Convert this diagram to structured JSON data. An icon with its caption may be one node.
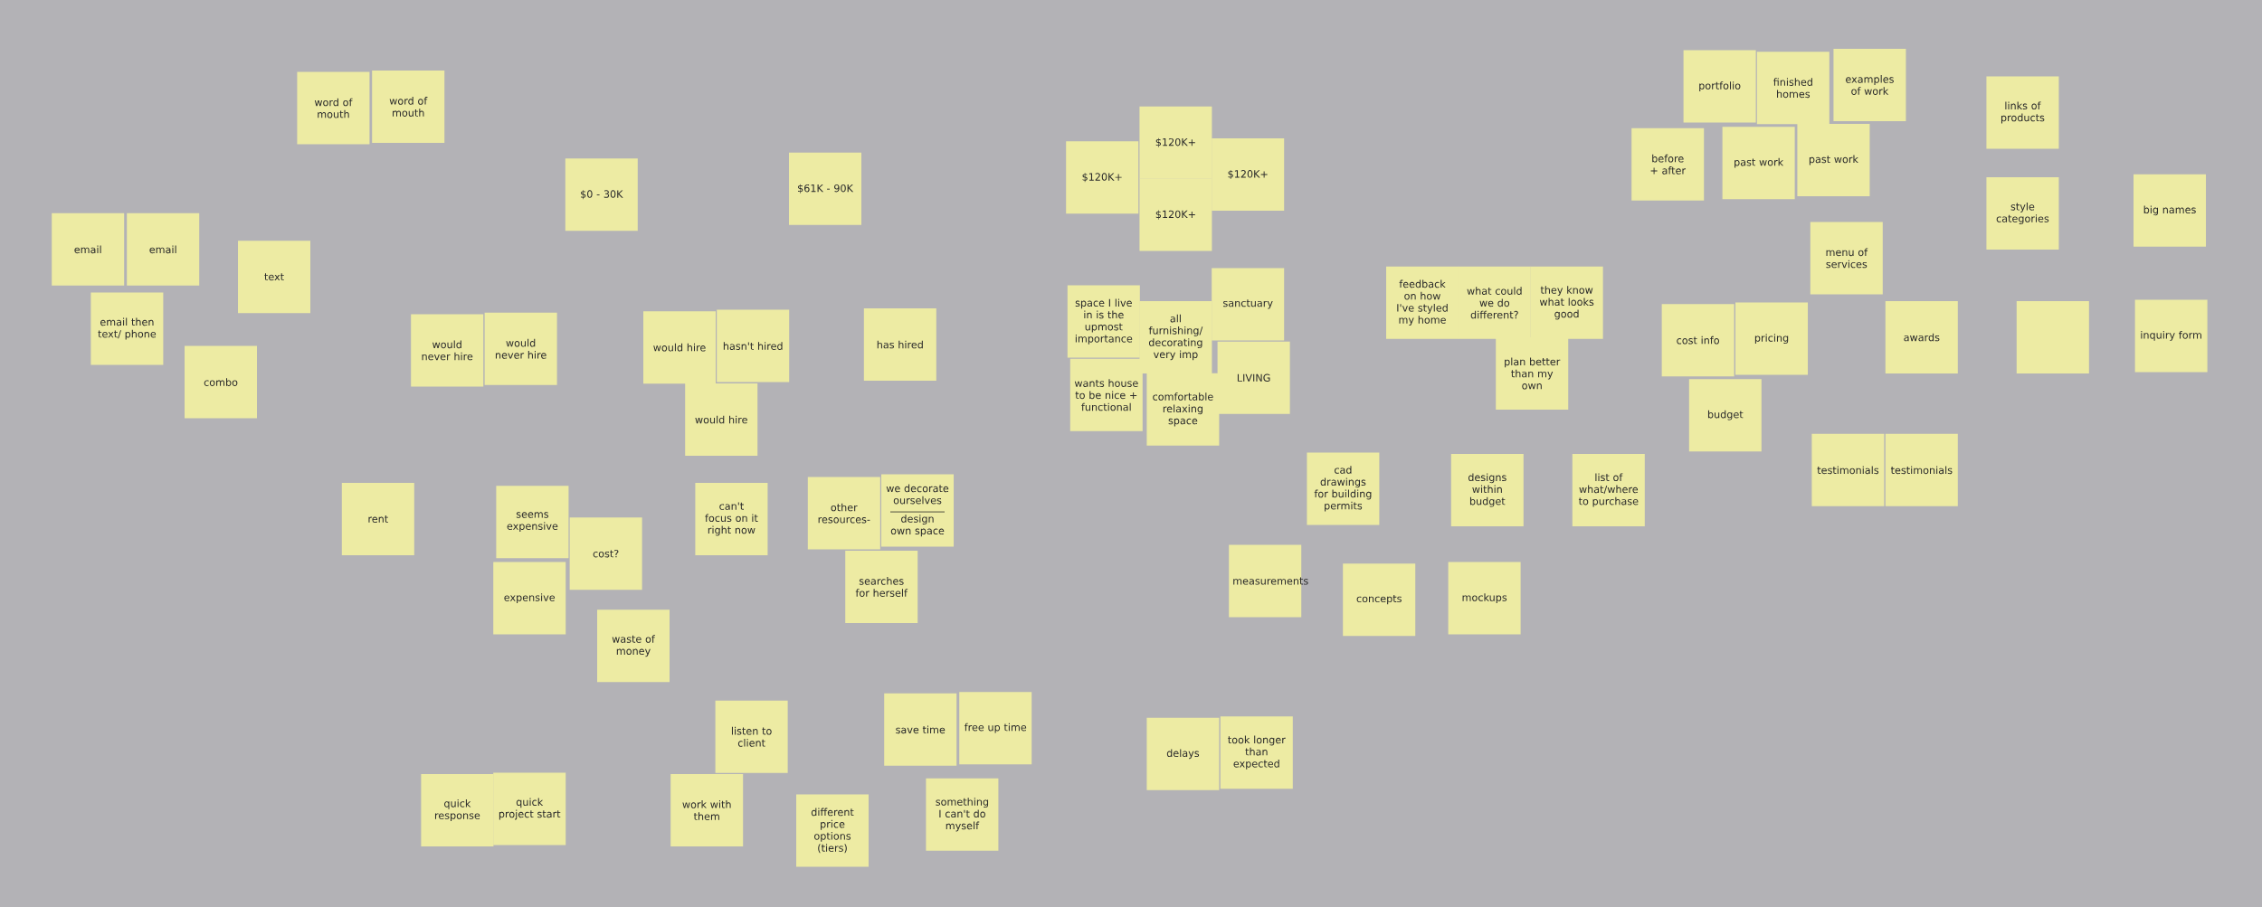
{
  "diagram": {
    "nodes": [
      {
        "text": [
          "word of mouth"
        ]
      },
      {
        "text": [
          "word of mouth"
        ]
      },
      {
        "text": [
          "$0 - 30K"
        ]
      },
      {
        "text": [
          "$61K - 90K"
        ]
      },
      {
        "text": [
          "email"
        ]
      },
      {
        "text": [
          "email"
        ]
      },
      {
        "text": [
          "text"
        ]
      },
      {
        "text": [
          "email then text/ phone"
        ]
      },
      {
        "text": [
          "combo"
        ]
      },
      {
        "text": [
          "would never hire"
        ]
      },
      {
        "text": [
          "would never hire"
        ]
      },
      {
        "text": [
          "would hire"
        ]
      },
      {
        "text": [
          "hasn't hired"
        ]
      },
      {
        "text": [
          "would hire"
        ]
      },
      {
        "text": [
          "has hired"
        ]
      },
      {
        "text": [
          "$120K+"
        ]
      },
      {
        "text": [
          "$120K+"
        ]
      },
      {
        "text": [
          "$120K+"
        ]
      },
      {
        "text": [
          "$120K+"
        ]
      },
      {
        "text": [
          "space I live in is the upmost importance"
        ]
      },
      {
        "text": [
          "all furnishing/ decorating very imp"
        ]
      },
      {
        "text": [
          "sanctuary"
        ]
      },
      {
        "text": [
          "wants house to be nice + functional"
        ]
      },
      {
        "text": [
          "comfortable relaxing space"
        ]
      },
      {
        "text": [
          "LIVING"
        ]
      },
      {
        "text": [
          "feedback on how I've styled my home"
        ]
      },
      {
        "text": [
          "what could we do different?"
        ]
      },
      {
        "text": [
          "they know what looks good"
        ]
      },
      {
        "text": [
          "plan better than my own"
        ]
      },
      {
        "text": [
          "portfolio"
        ]
      },
      {
        "text": [
          "finished homes"
        ]
      },
      {
        "text": [
          "examples of work"
        ]
      },
      {
        "text": [
          "before + after"
        ]
      },
      {
        "text": [
          "past work"
        ]
      },
      {
        "text": [
          "past work"
        ]
      },
      {
        "text": [
          "links of products"
        ]
      },
      {
        "text": [
          "style categories"
        ]
      },
      {
        "text": [
          "big names"
        ]
      },
      {
        "text": [
          "menu of services"
        ]
      },
      {
        "text": [
          "cost info"
        ]
      },
      {
        "text": [
          "pricing"
        ]
      },
      {
        "text": [
          "budget"
        ]
      },
      {
        "text": [
          "awards"
        ]
      },
      {
        "text": [],
        "shape": "box"
      },
      {
        "text": [
          "inquiry form"
        ]
      },
      {
        "text": [
          "testimonials"
        ]
      },
      {
        "text": [
          "testimonials"
        ]
      },
      {
        "text": [
          "rent"
        ]
      },
      {
        "text": [
          "seems expensive"
        ]
      },
      {
        "text": [
          "cost?"
        ]
      },
      {
        "text": [
          "expensive"
        ]
      },
      {
        "text": [
          "waste of money"
        ]
      },
      {
        "text": [
          "can't focus on it right now"
        ]
      },
      {
        "text": [
          "other resources-"
        ]
      },
      {
        "text": [
          "we decorate ourselves",
          "design own space"
        ]
      },
      {
        "text": [
          "searches for herself"
        ]
      },
      {
        "text": [
          "cad drawings for building permits"
        ]
      },
      {
        "text": [
          "designs within budget"
        ]
      },
      {
        "text": [
          "list of what/where to purchase"
        ]
      },
      {
        "text": [
          "measurements"
        ]
      },
      {
        "text": [
          "concepts"
        ]
      },
      {
        "text": [
          "mockups"
        ]
      },
      {
        "text": [
          "listen to client"
        ]
      },
      {
        "text": [
          "save time"
        ]
      },
      {
        "text": [
          "free up time"
        ]
      },
      {
        "text": [
          "quick response"
        ]
      },
      {
        "text": [
          "quick project start"
        ]
      },
      {
        "text": [
          "work with them"
        ]
      },
      {
        "text": [
          "different price options (tiers)"
        ]
      },
      {
        "text": [
          "something I can't do myself"
        ]
      },
      {
        "text": [
          "delays"
        ]
      },
      {
        "text": [
          "took longer than expected"
        ]
      }
    ]
  }
}
